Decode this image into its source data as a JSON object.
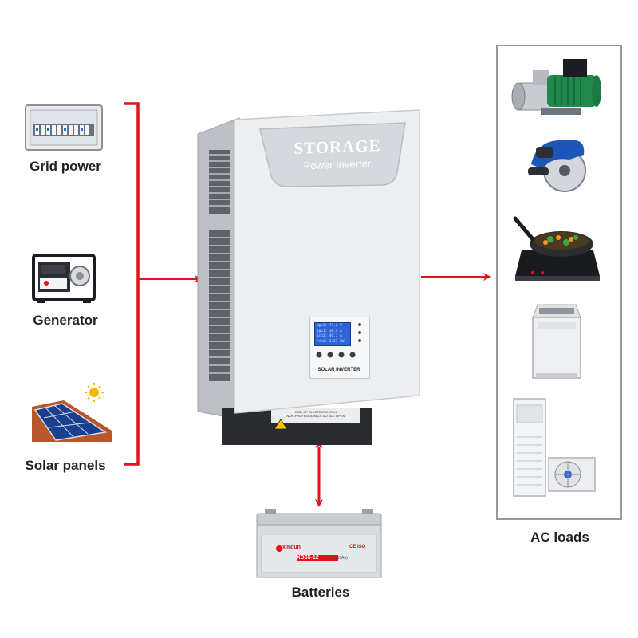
{
  "sources": [
    {
      "id": "grid",
      "label": "Grid power",
      "icon": "breaker-panel-icon"
    },
    {
      "id": "generator",
      "label": "Generator",
      "icon": "generator-icon"
    },
    {
      "id": "solar",
      "label": "Solar panels",
      "icon": "solar-panel-icon"
    }
  ],
  "inverter": {
    "brand": "STORAGE",
    "subtitle": "Power Inverter",
    "panel_label": "SOLAR INVERTER",
    "lcd_lines": [
      "Upv1: 77.2  V",
      "Ipv1: 30.4  A",
      "Ich2: 46.3  A",
      "Pch2: 2.53  kW"
    ],
    "warning_line1": "RISK OF ELECTRIC SHOCK",
    "warning_line2": "NON-PROFESSIONALS DO NOT OPEN"
  },
  "battery": {
    "label": "Batteries",
    "brand": "xindun",
    "model": "XD65-12",
    "model_suffix": "(12V65Ah)",
    "cert": "CE ISO"
  },
  "loads": {
    "label": "AC loads",
    "items": [
      "water-pump-icon",
      "circular-saw-icon",
      "induction-cooker-icon",
      "washing-machine-icon",
      "air-conditioner-icon"
    ]
  },
  "colors": {
    "arrow": "#e0141b",
    "inverter_body": "#eceef0",
    "lcd": "#2f63d8"
  }
}
